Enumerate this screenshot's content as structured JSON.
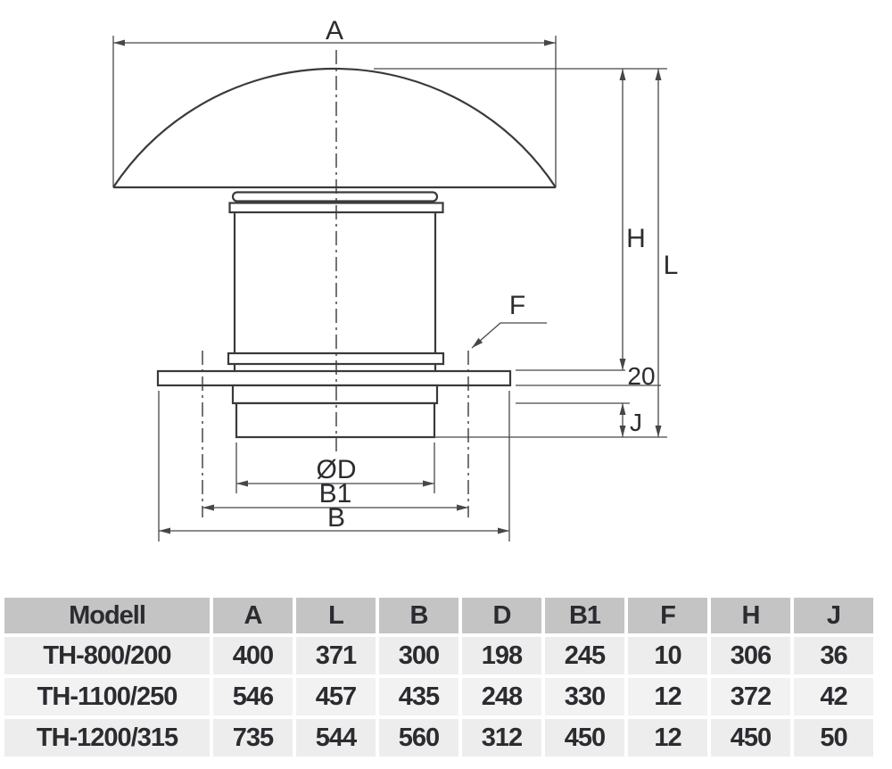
{
  "diagram": {
    "labels": {
      "hood_width": "A",
      "body_height": "H",
      "total_height": "L",
      "plate_thickness": "20",
      "fixing_hole": "F",
      "spigot_height": "J",
      "duct_diameter": "ØD",
      "bolt_circle": "B1",
      "base_width": "B"
    }
  },
  "table": {
    "headers": [
      "Modell",
      "A",
      "L",
      "B",
      "D",
      "B1",
      "F",
      "H",
      "J"
    ],
    "rows": [
      [
        "TH-800/200",
        "400",
        "371",
        "300",
        "198",
        "245",
        "10",
        "306",
        "36"
      ],
      [
        "TH-1100/250",
        "546",
        "457",
        "435",
        "248",
        "330",
        "12",
        "372",
        "42"
      ],
      [
        "TH-1200/315",
        "735",
        "544",
        "560",
        "312",
        "450",
        "12",
        "450",
        "50"
      ]
    ]
  },
  "colors": {
    "line_color": "#3a3a3a",
    "dim_color": "#474747",
    "text_color": "#2b2b30",
    "header_bg": "#c4c4c5",
    "row_bg": "#ededed",
    "row_bg_alt": "#f2f2f2",
    "page_bg": "#ffffff"
  }
}
